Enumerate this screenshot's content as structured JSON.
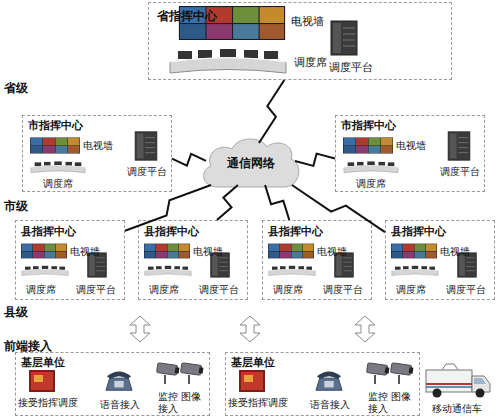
{
  "diagram": {
    "nodes": [
      {
        "text": [
          "省指挥中心",
          "电视墙",
          "调度席",
          "调度平台"
        ]
      },
      {
        "text": [
          "通信网络"
        ]
      },
      {
        "text": [
          "市指挥中心",
          "电视墙",
          "调度平台",
          "调度席"
        ]
      },
      {
        "text": [
          "市指挥中心",
          "电视墙",
          "调度平台",
          "调度席"
        ]
      },
      {
        "text": [
          "县指挥中心",
          "电视墙",
          "调度席",
          "调度平台"
        ]
      },
      {
        "text": [
          "县指挥中心",
          "电视墙",
          "调度席",
          "调度平台"
        ]
      },
      {
        "text": [
          "县指挥中心",
          "电视墙",
          "调度席",
          "调度平台"
        ]
      },
      {
        "text": [
          "县指挥中心",
          "电视墙",
          "调度席",
          "调度平台"
        ]
      },
      {
        "text": [
          "基层单位",
          "接受指挥调度",
          "语音接入",
          "监控 图像接入"
        ]
      },
      {
        "text": [
          "基层单位",
          "接受指挥调度",
          "语音接入",
          "监控 图像接入"
        ]
      }
    ],
    "edges": [
      {
        "from": 1,
        "to": 0,
        "arrow": "none"
      },
      {
        "from": 1,
        "to": 2,
        "arrow": "none"
      },
      {
        "from": 1,
        "to": 3,
        "arrow": "none"
      },
      {
        "from": 1,
        "to": 4,
        "arrow": "none"
      },
      {
        "from": 1,
        "to": 5,
        "arrow": "none"
      },
      {
        "from": 1,
        "to": 6,
        "arrow": "none"
      },
      {
        "from": 1,
        "to": 7,
        "arrow": "none"
      }
    ],
    "labels": [
      "省级",
      "市级",
      "县级",
      "前端接入",
      "移动通信车"
    ]
  }
}
